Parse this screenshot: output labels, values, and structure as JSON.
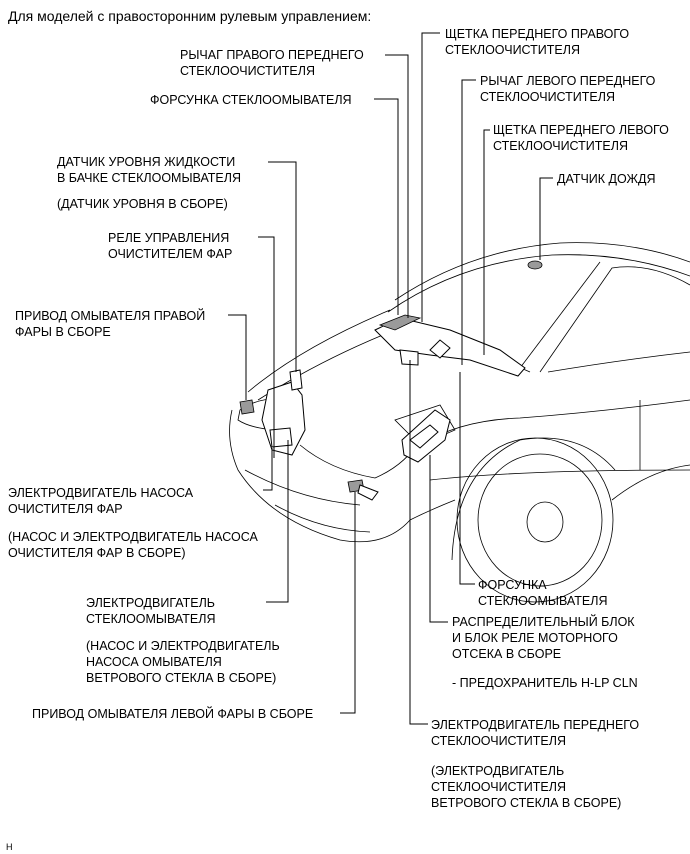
{
  "header": "Для моделей с правосторонним рулевым управлением:",
  "labels": {
    "right_arm": "РЫЧАГ ПРАВОГО ПЕРЕДНЕГО\nСТЕКЛООЧИСТИТЕЛЯ",
    "washer_nozzle_top": "ФОРСУНКА СТЕКЛООМЫВАТЕЛЯ",
    "fluid_sensor": "ДАТЧИК УРОВНЯ ЖИДКОСТИ\nВ БАЧКЕ СТЕКЛООМЫВАТЕЛЯ",
    "fluid_sensor_note": "(ДАТЧИК УРОВНЯ В СБОРЕ)",
    "hl_relay": "РЕЛЕ УПРАВЛЕНИЯ\nОЧИСТИТЕЛЕМ ФАР",
    "right_hl_actuator": "ПРИВОД ОМЫВАТЕЛЯ ПРАВОЙ\nФАРЫ В СБОРЕ",
    "hl_pump_motor": "ЭЛЕКТРОДВИГАТЕЛЬ НАСОСА\nОЧИСТИТЕЛЯ ФАР",
    "hl_pump_note": "(НАСОС И ЭЛЕКТРОДВИГАТЕЛЬ НАСОСА\nОЧИСТИТЕЛЯ ФАР В СБОРЕ)",
    "washer_motor": "ЭЛЕКТРОДВИГАТЕЛЬ\nСТЕКЛООМЫВАТЕЛЯ",
    "washer_motor_note": "(НАСОС И ЭЛЕКТРОДВИГАТЕЛЬ\nНАСОСА ОМЫВАТЕЛЯ\nВЕТРОВОГО СТЕКЛА В СБОРЕ)",
    "left_hl_actuator": "ПРИВОД ОМЫВАТЕЛЯ ЛЕВОЙ ФАРЫ В СБОРЕ",
    "right_blade": "ЩЕТКА ПЕРЕДНЕГО ПРАВОГО\nСТЕКЛООЧИСТИТЕЛЯ",
    "left_arm": "РЫЧАГ ЛЕВОГО ПЕРЕДНЕГО\nСТЕКЛООЧИСТИТЕЛЯ",
    "left_blade": "ЩЕТКА ПЕРЕДНЕГО ЛЕВОГО\nСТЕКЛООЧИСТИТЕЛЯ",
    "rain_sensor": "ДАТЧИК ДОЖДЯ",
    "washer_nozzle_bottom": "ФОРСУНКА\nСТЕКЛООМЫВАТЕЛЯ",
    "relay_block": "РАСПРЕДЕЛИТЕЛЬНЫЙ БЛОК\nИ БЛОК РЕЛЕ МОТОРНОГО\nОТСЕКА В СБОРЕ",
    "fuse": "- ПРЕДОХРАНИТЕЛЬ H-LP CLN",
    "wiper_motor": "ЭЛЕКТРОДВИГАТЕЛЬ ПЕРЕДНЕГО\nСТЕКЛООЧИСТИТЕЛЯ",
    "wiper_motor_note": "(ЭЛЕКТРОДВИГАТЕЛЬ\nСТЕКЛООЧИСТИТЕЛЯ\nВЕТРОВОГО СТЕКЛА В СБОРЕ)"
  },
  "footer": "H"
}
